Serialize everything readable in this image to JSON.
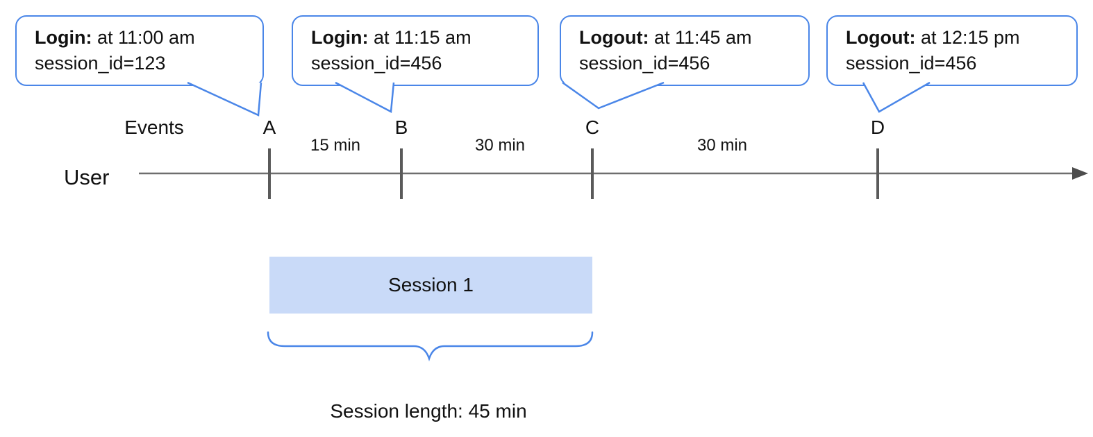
{
  "bubbles": [
    {
      "event_type": "Login:",
      "time_text": " at 11:00 am",
      "session_text": "session_id=123",
      "marker": "A"
    },
    {
      "event_type": "Login:",
      "time_text": " at 11:15 am",
      "session_text": "session_id=456",
      "marker": "B"
    },
    {
      "event_type": "Logout:",
      "time_text": " at 11:45 am",
      "session_text": "session_id=456",
      "marker": "C"
    },
    {
      "event_type": "Logout:",
      "time_text": " at 12:15 pm",
      "session_text": "session_id=456",
      "marker": "D"
    }
  ],
  "timeline": {
    "row_label": "User",
    "events_label": "Events",
    "markers": [
      "A",
      "B",
      "C",
      "D"
    ],
    "intervals": [
      {
        "label": "15 min"
      },
      {
        "label": "30 min"
      },
      {
        "label": "30 min"
      }
    ]
  },
  "session": {
    "label": "Session 1",
    "length_caption": "Session length: 45 min"
  },
  "colors": {
    "callout_blue": "#4a86e8",
    "session_fill": "#c9daf8",
    "axis_gray": "#6e6e6e",
    "tick_gray": "#5a5a5a",
    "text": "#111111"
  }
}
